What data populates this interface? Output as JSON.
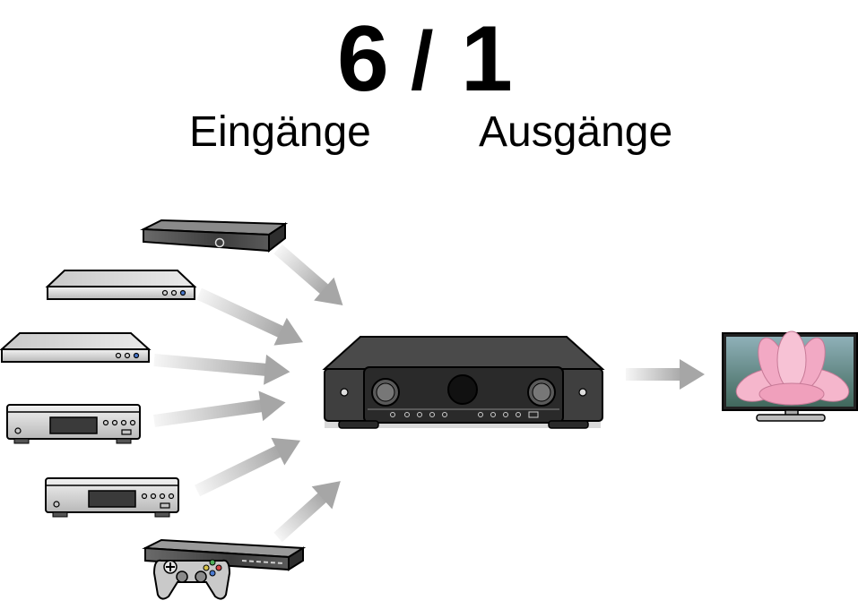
{
  "heading": {
    "inputs_count": "6",
    "separator": "/",
    "outputs_count": "1",
    "inputs_label": "Eingänge",
    "outputs_label": "Ausgänge"
  },
  "icons": {
    "sources": [
      "set-top-box-icon",
      "blu-ray-player-icon",
      "dvd-player-icon",
      "cd-player-icon",
      "media-player-icon",
      "game-console-icon"
    ],
    "hub": "av-receiver-icon",
    "display": "tv-icon"
  },
  "colors": {
    "arrow": "#a6a6a6",
    "device_dark": "#3a3a3a",
    "device_light": "#d6d6d6",
    "flower": "#f2a9c4"
  }
}
